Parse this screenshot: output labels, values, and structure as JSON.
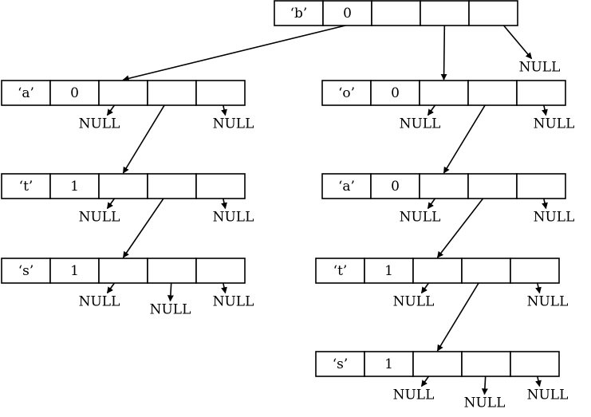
{
  "null_label": "NULL",
  "nodes": [
    {
      "id": "b",
      "char": "‘b’",
      "flag": "0"
    },
    {
      "id": "a1",
      "char": "‘a’",
      "flag": "0"
    },
    {
      "id": "t1",
      "char": "‘t’",
      "flag": "1"
    },
    {
      "id": "s1",
      "char": "‘s’",
      "flag": "1"
    },
    {
      "id": "o",
      "char": "‘o’",
      "flag": "0"
    },
    {
      "id": "a2",
      "char": "‘a’",
      "flag": "0"
    },
    {
      "id": "t2",
      "char": "‘t’",
      "flag": "1"
    },
    {
      "id": "s2",
      "char": "‘s’",
      "flag": "1"
    }
  ],
  "links": [
    {
      "from": "b",
      "ptr": "left",
      "to": "a1"
    },
    {
      "from": "b",
      "ptr": "middle",
      "to": "o"
    },
    {
      "from": "b",
      "ptr": "right",
      "to": null
    },
    {
      "from": "a1",
      "ptr": "left",
      "to": null
    },
    {
      "from": "a1",
      "ptr": "middle",
      "to": "t1"
    },
    {
      "from": "a1",
      "ptr": "right",
      "to": null
    },
    {
      "from": "t1",
      "ptr": "left",
      "to": null
    },
    {
      "from": "t1",
      "ptr": "middle",
      "to": "s1"
    },
    {
      "from": "t1",
      "ptr": "right",
      "to": null
    },
    {
      "from": "s1",
      "ptr": "left",
      "to": null
    },
    {
      "from": "s1",
      "ptr": "middle",
      "to": null
    },
    {
      "from": "s1",
      "ptr": "right",
      "to": null
    },
    {
      "from": "o",
      "ptr": "left",
      "to": null
    },
    {
      "from": "o",
      "ptr": "middle",
      "to": "a2"
    },
    {
      "from": "o",
      "ptr": "right",
      "to": null
    },
    {
      "from": "a2",
      "ptr": "left",
      "to": null
    },
    {
      "from": "a2",
      "ptr": "middle",
      "to": "t2"
    },
    {
      "from": "a2",
      "ptr": "right",
      "to": null
    },
    {
      "from": "t2",
      "ptr": "left",
      "to": null
    },
    {
      "from": "t2",
      "ptr": "middle",
      "to": "s2"
    },
    {
      "from": "t2",
      "ptr": "right",
      "to": null
    },
    {
      "from": "s2",
      "ptr": "left",
      "to": null
    },
    {
      "from": "s2",
      "ptr": "middle",
      "to": null
    },
    {
      "from": "s2",
      "ptr": "right",
      "to": null
    }
  ]
}
